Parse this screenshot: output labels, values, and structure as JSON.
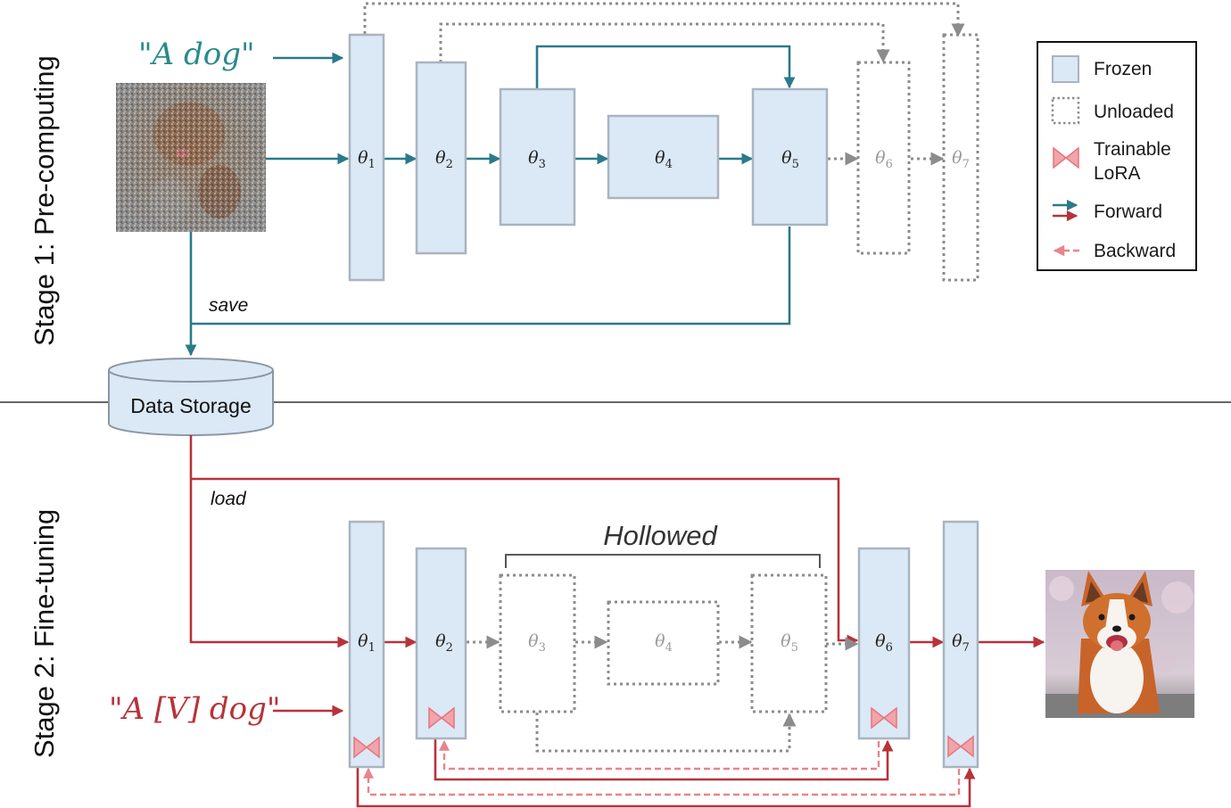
{
  "stage1": {
    "label": "Stage 1: Pre-computing",
    "prompt": "\"A dog\"",
    "save_label": "save",
    "blocks": [
      {
        "symbol": "θ",
        "sub": "1",
        "state": "frozen"
      },
      {
        "symbol": "θ",
        "sub": "2",
        "state": "frozen"
      },
      {
        "symbol": "θ",
        "sub": "3",
        "state": "frozen"
      },
      {
        "symbol": "θ",
        "sub": "4",
        "state": "frozen"
      },
      {
        "symbol": "θ",
        "sub": "5",
        "state": "frozen"
      },
      {
        "symbol": "θ",
        "sub": "6",
        "state": "unloaded"
      },
      {
        "symbol": "θ",
        "sub": "7",
        "state": "unloaded"
      }
    ]
  },
  "storage": {
    "label": "Data Storage"
  },
  "stage2": {
    "label": "Stage 2: Fine-tuning",
    "prompt": "\"A [V] dog\"",
    "load_label": "load",
    "hollowed_label": "Hollowed",
    "blocks": [
      {
        "symbol": "θ",
        "sub": "1",
        "state": "trainable"
      },
      {
        "symbol": "θ",
        "sub": "2",
        "state": "trainable"
      },
      {
        "symbol": "θ",
        "sub": "3",
        "state": "unloaded"
      },
      {
        "symbol": "θ",
        "sub": "4",
        "state": "unloaded"
      },
      {
        "symbol": "θ",
        "sub": "5",
        "state": "unloaded"
      },
      {
        "symbol": "θ",
        "sub": "6",
        "state": "trainable"
      },
      {
        "symbol": "θ",
        "sub": "7",
        "state": "trainable"
      }
    ]
  },
  "legend": {
    "items": [
      {
        "label": "Frozen",
        "kind": "frozen"
      },
      {
        "label": "Unloaded",
        "kind": "unloaded"
      },
      {
        "label": "Trainable\nLoRA",
        "kind": "lora"
      },
      {
        "label": "Forward",
        "kind": "forward"
      },
      {
        "label": "Backward",
        "kind": "backward"
      }
    ]
  },
  "colors": {
    "frozen_fill": "#dbe8f5",
    "frozen_stroke": "#a9b4c0",
    "unloaded_stroke": "#8c8c8c",
    "teal": "#2a7a8a",
    "red": "#b8323a",
    "pink": "#e8848c",
    "lora": "#e6747e",
    "gray_text": "#9a9a9a"
  }
}
